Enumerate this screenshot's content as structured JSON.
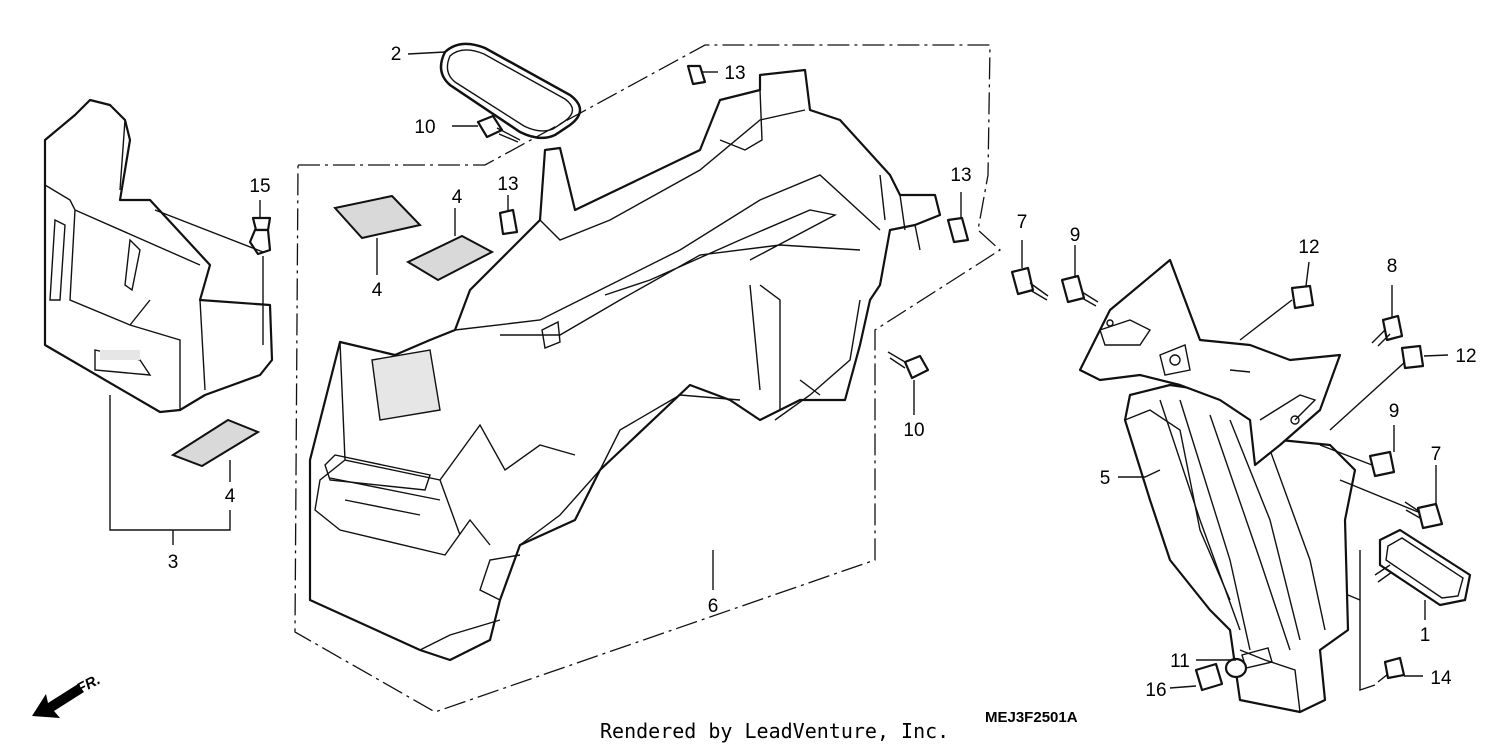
{
  "callouts": {
    "c1": "1",
    "c2": "2",
    "c3": "3",
    "c4a": "4",
    "c4b": "4",
    "c4c": "4",
    "c5": "5",
    "c6": "6",
    "c7a": "7",
    "c7b": "7",
    "c8": "8",
    "c9a": "9",
    "c9b": "9",
    "c10a": "10",
    "c10b": "10",
    "c11": "11",
    "c12a": "12",
    "c12b": "12",
    "c13a": "13",
    "c13b": "13",
    "c13c": "13",
    "c14": "14",
    "c15": "15",
    "c16": "16"
  },
  "direction_marker": "FR.",
  "diagram_code": "MEJ3F2501A",
  "footer": "Rendered by LeadVenture, Inc."
}
